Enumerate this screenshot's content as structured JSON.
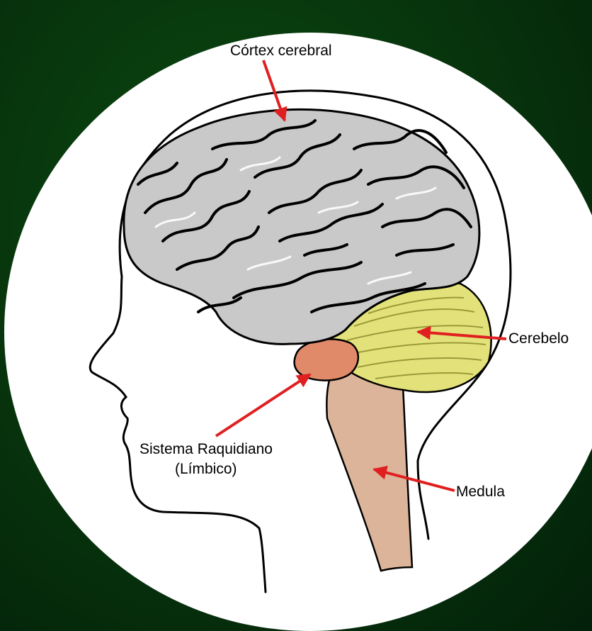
{
  "labels": {
    "cortex": "Córtex cerebral",
    "cerebelo": "Cerebelo",
    "sistema_line1": "Sistema Raquidiano",
    "sistema_line2": "(Límbico)",
    "medula": "Medula"
  },
  "colors": {
    "background": "#07330c",
    "circle": "#ffffff",
    "cortex": "#c9c9c9",
    "cerebellum": "#e3e27a",
    "limbic": "#e08a6a",
    "spinal_cord": "#dcb49a",
    "arrow": "#e02020",
    "outline": "#000000"
  }
}
